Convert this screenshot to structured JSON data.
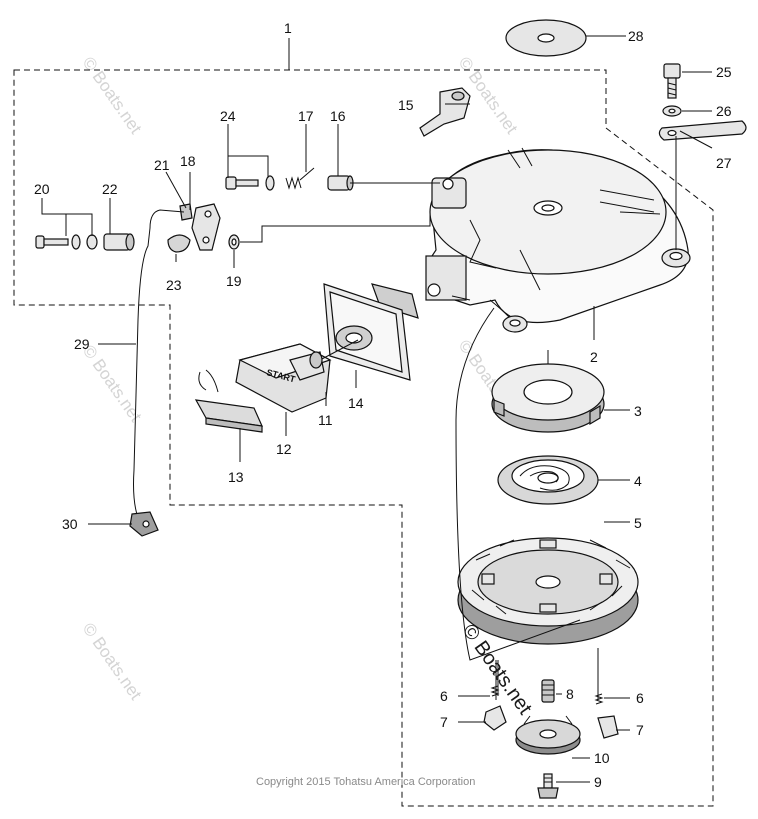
{
  "diagram": {
    "callouts": {
      "c1": "1",
      "c2": "2",
      "c3": "3",
      "c4": "4",
      "c5": "5",
      "c6a": "6",
      "c6b": "6",
      "c7a": "7",
      "c7b": "7",
      "c8": "8",
      "c9": "9",
      "c10": "10",
      "c11": "11",
      "c12": "12",
      "c13": "13",
      "c14": "14",
      "c15": "15",
      "c16": "16",
      "c17": "17",
      "c18": "18",
      "c19": "19",
      "c20": "20",
      "c21": "21",
      "c22": "22",
      "c23": "23",
      "c24": "24",
      "c25": "25",
      "c26": "26",
      "c27": "27",
      "c28": "28",
      "c29": "29",
      "c30": "30"
    },
    "handle_text": "START",
    "watermark_text": "© Boats.net",
    "copyright": "Copyright 2015 Tohatsu America Corporation"
  }
}
